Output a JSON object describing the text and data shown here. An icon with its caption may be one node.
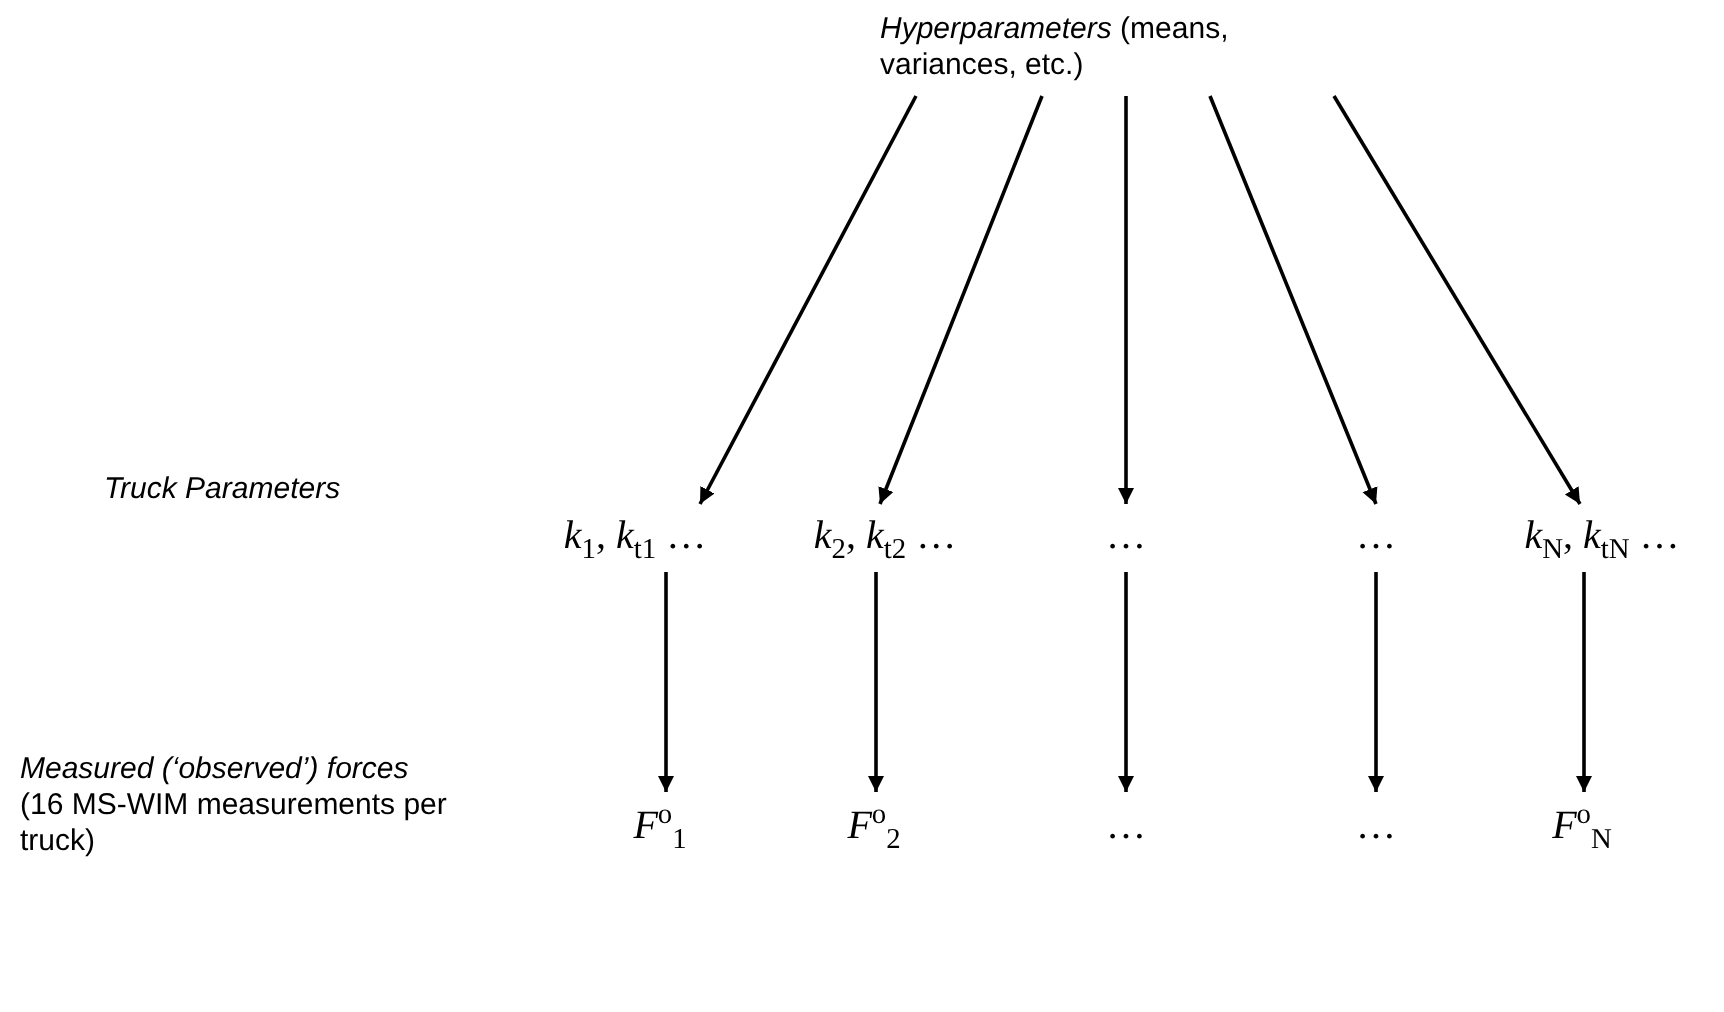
{
  "diagram": {
    "nodes": [
      {
        "text": [
          "*Hyperparameters* (means, variances, etc.)"
        ]
      },
      {
        "text": [
          "*k*$_{1}$, *k*$_{t1}$ …"
        ]
      },
      {
        "text": [
          "*k*$_{2}$, *k*$_{t2}$ …"
        ]
      },
      {
        "text": [
          "…"
        ]
      },
      {
        "text": [
          "…"
        ]
      },
      {
        "text": [
          "*k*$_{N}$, *k*$_{tN}$ …"
        ]
      },
      {
        "text": [
          "*F*$^{o}$$_{1}$"
        ]
      },
      {
        "text": [
          "*F*$^{o}$$_{2}$"
        ]
      },
      {
        "text": [
          "…"
        ]
      },
      {
        "text": [
          "…"
        ]
      },
      {
        "text": [
          "*F*$^{o}$$_{N}$"
        ]
      }
    ],
    "edges": [
      {
        "from": 0,
        "to": 1,
        "arrow": "to"
      },
      {
        "from": 0,
        "to": 2,
        "arrow": "to"
      },
      {
        "from": 0,
        "to": 3,
        "arrow": "to"
      },
      {
        "from": 0,
        "to": 4,
        "arrow": "to"
      },
      {
        "from": 0,
        "to": 5,
        "arrow": "to"
      },
      {
        "from": 1,
        "to": 6,
        "arrow": "to"
      },
      {
        "from": 2,
        "to": 7,
        "arrow": "to"
      },
      {
        "from": 3,
        "to": 8,
        "arrow": "to"
      },
      {
        "from": 4,
        "to": 9,
        "arrow": "to"
      },
      {
        "from": 5,
        "to": 10,
        "arrow": "to"
      }
    ],
    "labels": [
      "Truck Parameters",
      "Measured (‘observed’) forces",
      "(16 MS-WIM measurements per truck)"
    ]
  }
}
